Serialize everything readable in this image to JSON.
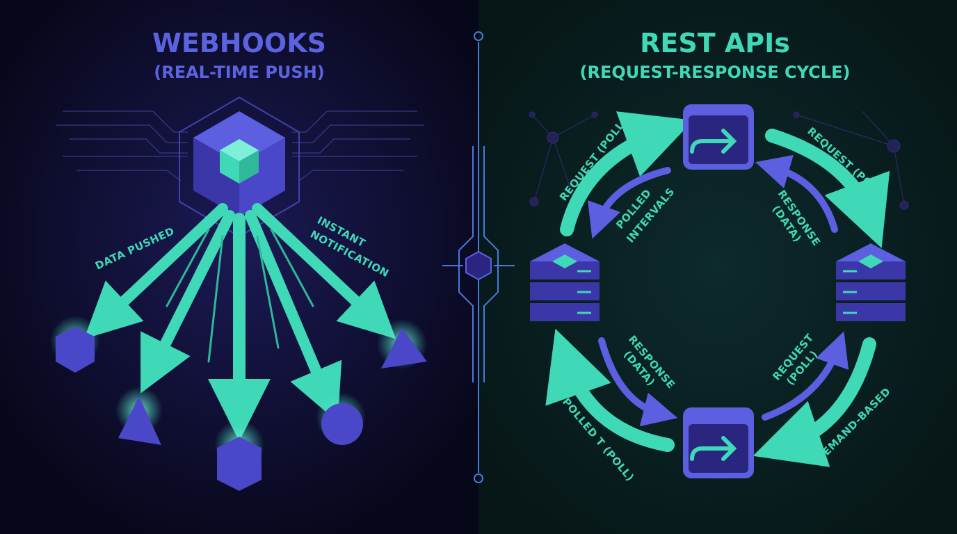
{
  "colors": {
    "left_bg": "#0a0a22",
    "right_bg": "#0a1e22",
    "purple": "#5b5fe0",
    "teal": "#3fd9b8",
    "dark_purple": "#2a2680"
  },
  "webhooks": {
    "title": "WEBHOOKS",
    "subtitle": "(REAL-TIME PUSH)",
    "label_data_pushed": "DATA PUSHED",
    "label_instant": "INSTANT",
    "label_notification": "NOTIFICATION"
  },
  "rest": {
    "title": "REST APIs",
    "subtitle": "(REQUEST-RESPONSE CYCLE)",
    "labels": {
      "top_left": "REQUEST (POLL)",
      "inner_top_left_1": "POLLED",
      "inner_top_left_2": "INTERVALS",
      "top_right": "REQUEST (POLL)",
      "inner_top_right_1": "RESPONSE",
      "inner_top_right_2": "(DATA)",
      "inner_bottom_left_1": "RESPONSE",
      "inner_bottom_left_2": "(DATA)",
      "bottom_left": "POLLED T (POLL)",
      "inner_bottom_right_1": "REQUEST",
      "inner_bottom_right_2": "(POLL)",
      "bottom_right": "DEMAND-BASED"
    }
  }
}
